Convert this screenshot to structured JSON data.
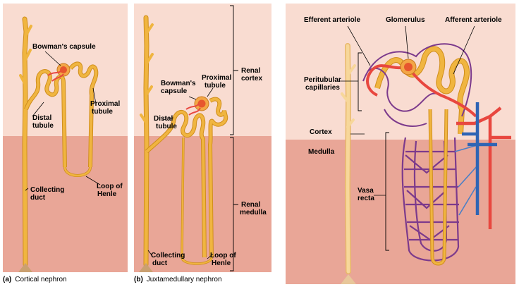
{
  "colors": {
    "cortex_bg": "#f9dcd1",
    "medulla_bg": "#e9a697",
    "tubule": "#f0b540",
    "tubule_edge": "#d08e1c",
    "artery": "#e8473f",
    "vein": "#2f64b4",
    "capillary": "#7c3a8c",
    "glomerulus": "#e7562e"
  },
  "panel_a": {
    "letter": "(a)",
    "caption": "Cortical nephron",
    "bowmans_capsule": "Bowman's capsule",
    "proximal_tubule_1": "Proximal",
    "proximal_tubule_2": "tubule",
    "distal_tubule_1": "Distal",
    "distal_tubule_2": "tubule",
    "collecting_duct_1": "Collecting",
    "collecting_duct_2": "duct",
    "loop_of_henle_1": "Loop of",
    "loop_of_henle_2": "Henle"
  },
  "panel_b": {
    "letter": "(b)",
    "caption": "Juxtamedullary nephron",
    "bowmans_capsule_1": "Bowman's",
    "bowmans_capsule_2": "capsule",
    "proximal_tubule_1": "Proximal",
    "proximal_tubule_2": "tubule",
    "distal_tubule_1": "Distal",
    "distal_tubule_2": "tubule",
    "collecting_duct_1": "Collecting",
    "collecting_duct_2": "duct",
    "loop_of_henle_1": "Loop of",
    "loop_of_henle_2": "Henle",
    "renal_cortex_1": "Renal",
    "renal_cortex_2": "cortex",
    "renal_medulla_1": "Renal",
    "renal_medulla_2": "medulla"
  },
  "panel_c": {
    "efferent_arteriole": "Efferent arteriole",
    "glomerulus": "Glomerulus",
    "afferent_arteriole": "Afferent arteriole",
    "peritubular_capillaries_1": "Peritubular",
    "peritubular_capillaries_2": "capillaries",
    "cortex": "Cortex",
    "medulla": "Medulla",
    "vasa_recta_1": "Vasa",
    "vasa_recta_2": "recta"
  }
}
